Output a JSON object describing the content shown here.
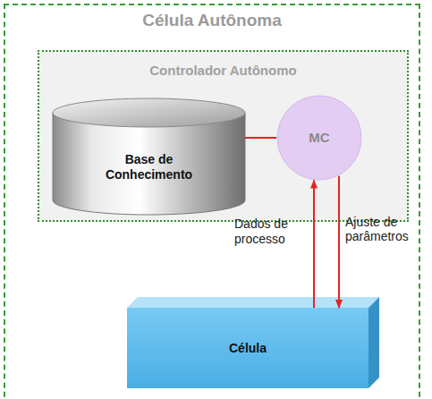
{
  "diagram": {
    "nodes": [
      {
        "text": [
          "Célula Autônoma"
        ]
      },
      {
        "text": [
          "Controlador Autônomo"
        ],
        "in": 0
      },
      {
        "text": [
          "Base de Conhecimento"
        ],
        "in": 1
      },
      {
        "text": [
          "MC"
        ],
        "in": 1
      },
      {
        "text": [
          "Célula"
        ],
        "in": 0
      }
    ],
    "edges": [
      {
        "from": 2,
        "to": 3,
        "arrow": "none"
      },
      {
        "from": 4,
        "to": 3,
        "label": "Dados de processo",
        "arrow": "to"
      },
      {
        "from": 3,
        "to": 4,
        "label": "Ajuste de parâmetros",
        "arrow": "to"
      }
    ]
  }
}
